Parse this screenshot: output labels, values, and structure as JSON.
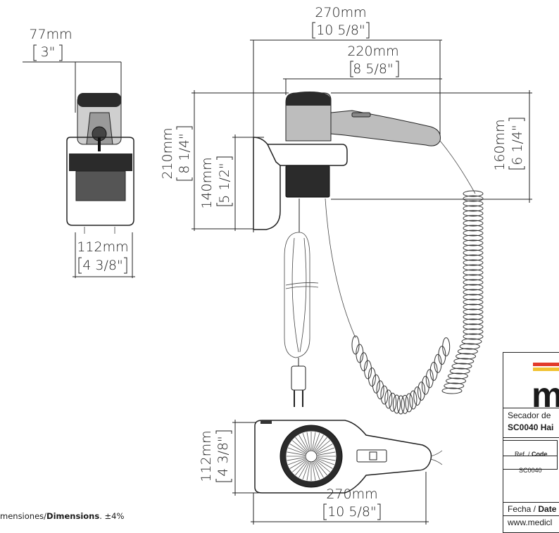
{
  "dimensions": {
    "side_depth_mm": "77mm",
    "side_depth_in": "3\"",
    "side_width_mm": "112mm",
    "side_width_in": "4 3/8\"",
    "total_length_mm": "270mm",
    "total_length_in": "10 5/8\"",
    "nozzle_length_mm": "220mm",
    "nozzle_length_in": "8 5/8\"",
    "total_height_mm": "210mm",
    "total_height_in": "8 1/4\"",
    "holder_height_mm": "140mm",
    "holder_height_in": "5 1/2\"",
    "handle_height_mm": "160mm",
    "handle_height_in": "6 1/4\"",
    "top_width_mm": "112mm",
    "top_width_in": "4 3/8\"",
    "top_length_mm": "270mm",
    "top_length_in": "10 5/8\""
  },
  "footnote": {
    "prefix": "mensiones/",
    "bold": "Dimensions",
    "suffix": ". ±4%"
  },
  "title_block": {
    "logo": "m",
    "product_name": "Secador de",
    "product_code_title": "SC0040 Hai",
    "ref_label": "Ref. / ",
    "ref_bold": "Code",
    "ref_value": "SC0040",
    "date_label": "Fecha / ",
    "date_bold": "Date",
    "website": "www.medicl"
  },
  "colors": {
    "line": "#222222",
    "body_dark": "#2b2b2b",
    "body_grey": "#bdbdbd",
    "logo_red": "#e23b2b",
    "logo_yellow": "#f1c232"
  }
}
